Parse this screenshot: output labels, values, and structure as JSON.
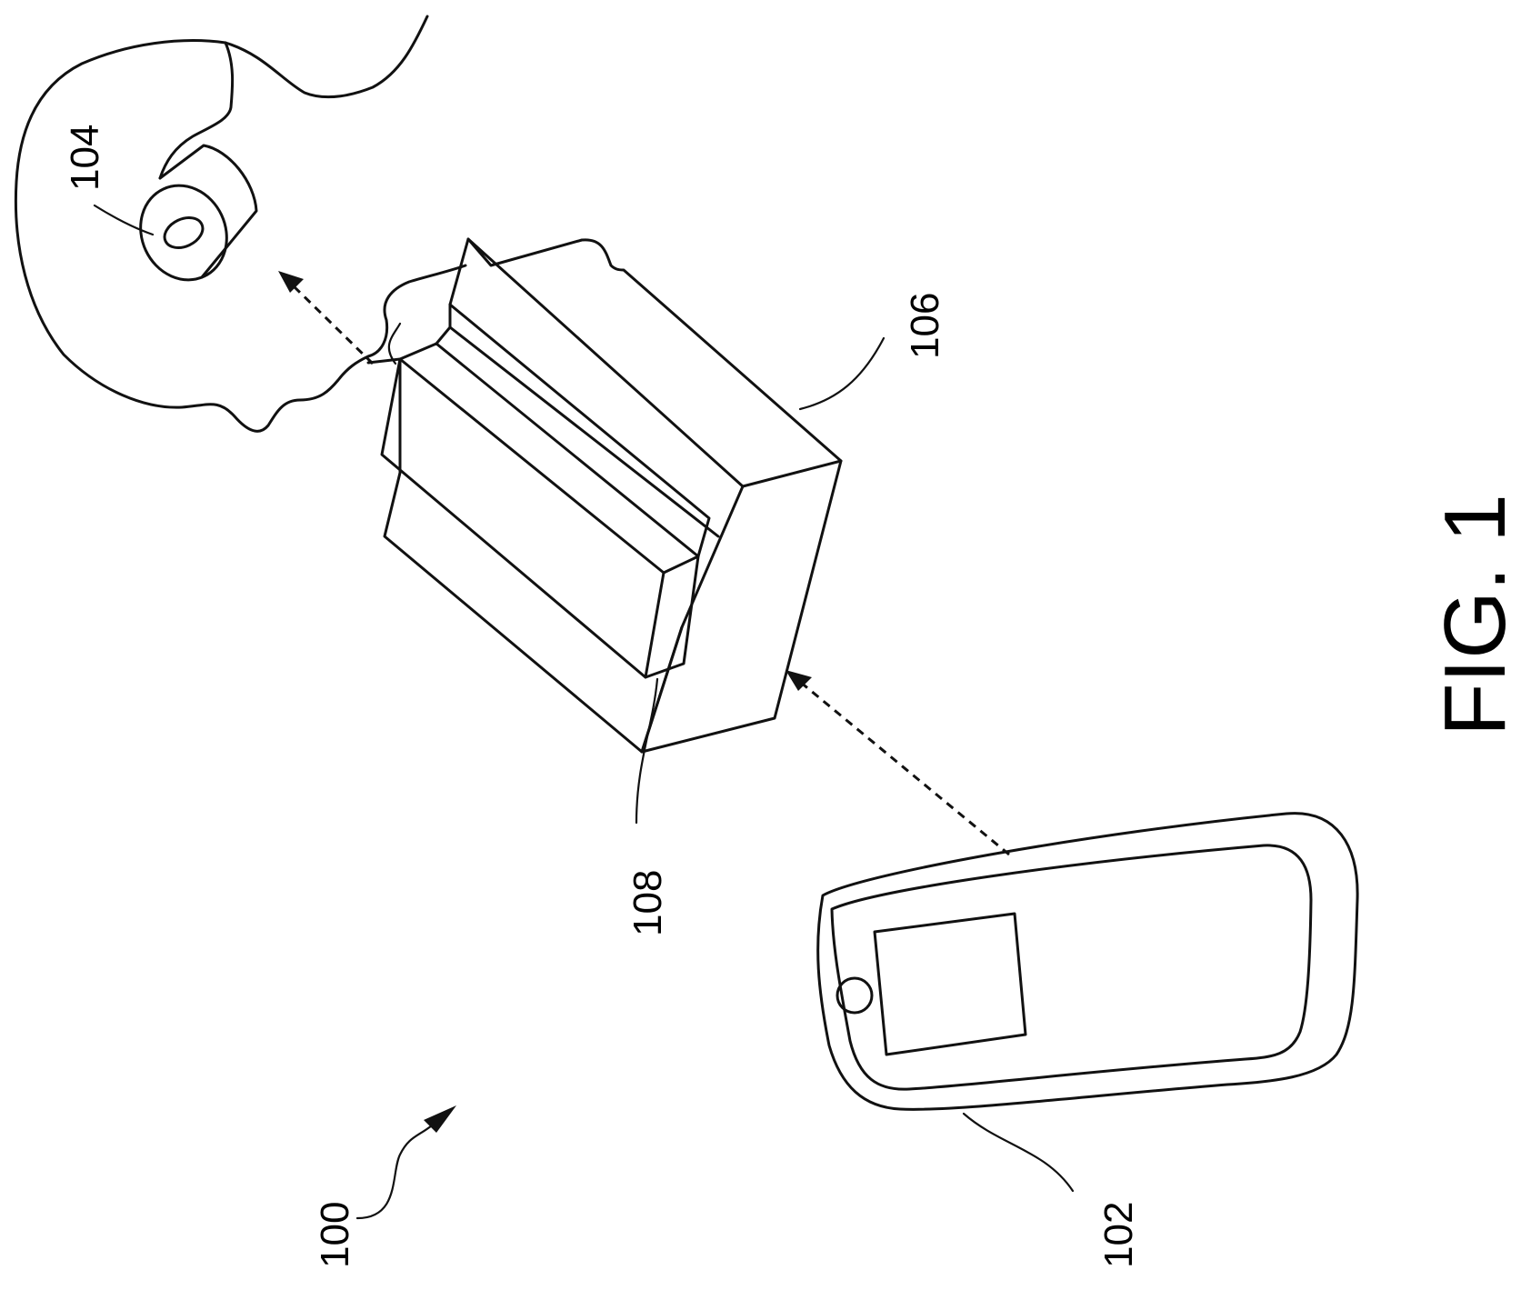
{
  "figure": {
    "caption": "FIG. 1",
    "colors": {
      "ink": "#111111",
      "background": "#ffffff"
    }
  },
  "labels": {
    "system": "100",
    "phone": "102",
    "ear": "104",
    "device": "106",
    "slot": "108"
  },
  "icons": {
    "head": "head-outline-icon",
    "ear": "ear-canal-icon",
    "device": "box-device-icon",
    "phone": "mobile-phone-icon"
  }
}
